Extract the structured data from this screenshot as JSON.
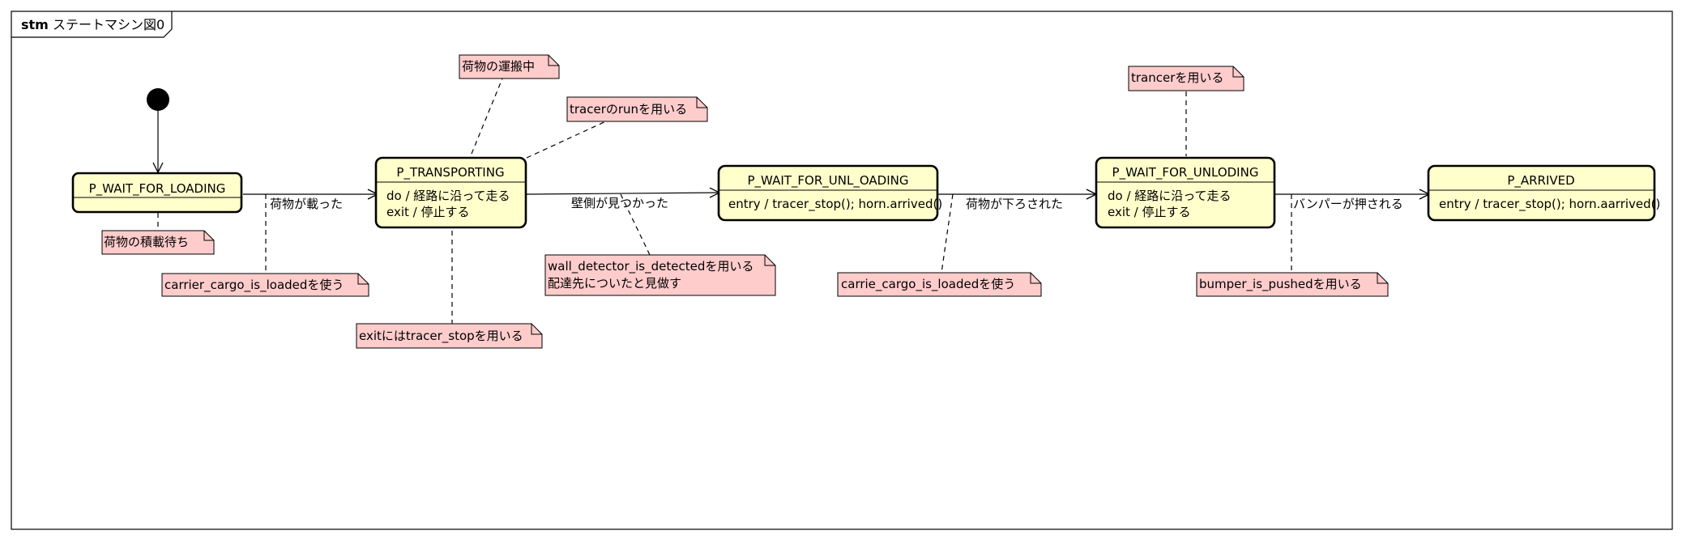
{
  "frame": {
    "keyword": "stm",
    "title": "ステートマシン図0"
  },
  "states": {
    "wait_loading": {
      "name": "P_WAIT_FOR_LOADING"
    },
    "transporting": {
      "name": "P_TRANSPORTING",
      "do": "do / 経路に沿って走る",
      "exit": "exit / 停止する"
    },
    "wait_unloading": {
      "name": "P_WAIT_FOR_UNL_OADING",
      "entry": "entry / tracer_stop(); horn.arrived()"
    },
    "wait_unloding": {
      "name": "P_WAIT_FOR_UNLODING",
      "do": "do / 経路に沿って走る",
      "exit": "exit / 停止する"
    },
    "arrived": {
      "name": "P_ARRIVED",
      "entry": "entry / tracer_stop(); horn.aarrived()"
    }
  },
  "transitions": {
    "t1": "荷物が載った",
    "t2": "壁側が見つかった",
    "t3": "荷物が下ろされた",
    "t4": "バンパーが押される"
  },
  "notes": {
    "loading_wait": "荷物の積載待ち",
    "carrier_loaded": "carrier_cargo_is_loadedを使う",
    "exit_tracer": "exitにはtracer_stopを用いる",
    "transporting": "荷物の運搬中",
    "tracer_run": "tracerのrunを用いる",
    "wall_line1": "wall_detector_is_detectedを用いる",
    "wall_line2": "配達先についたと見做す",
    "carrie_loaded": "carrie_cargo_is_loadedを使う",
    "trancer": "trancerを用いる",
    "bumper": "bumper_is_pushedを用いる"
  },
  "colors": {
    "state_fill": "#ffffcc",
    "note_fill": "#ffcccc",
    "stroke": "#000000"
  }
}
